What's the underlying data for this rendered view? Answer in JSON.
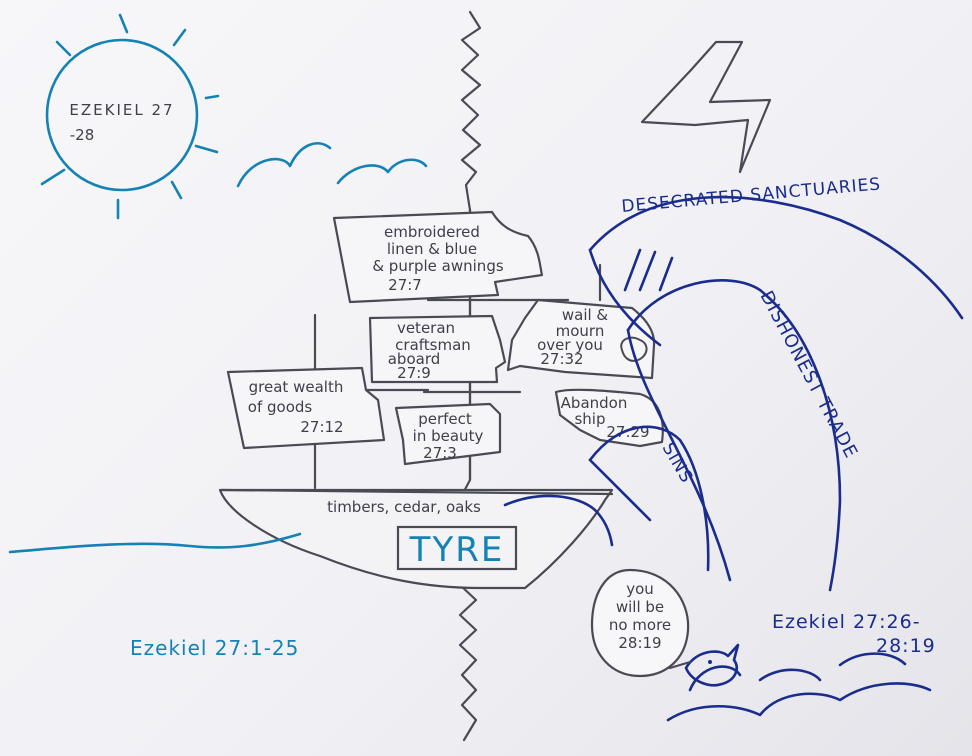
{
  "sun_title": {
    "line1": "EZEKIEL 27",
    "line2": "-28"
  },
  "sails": {
    "embroidered": {
      "line1": "embroidered",
      "line2": "linen & blue",
      "line3": "& purple awnings",
      "ref": "27:7"
    },
    "veteran": {
      "line1": "veteran",
      "line2": "craftsman",
      "line3": "aboard",
      "ref": "27:9"
    },
    "wealth": {
      "line1": "great wealth",
      "line2": "of goods",
      "ref": "27:12"
    },
    "beauty": {
      "line1": "perfect",
      "line2": "in beauty",
      "ref": "27:3"
    },
    "wail": {
      "line1": "wail &",
      "line2": "mourn",
      "line3": "over you",
      "ref": "27:32"
    },
    "abandon": {
      "line1": "Abandon",
      "line2": "ship",
      "ref": "27:29"
    }
  },
  "hull": {
    "timbers": "timbers, cedar, oaks",
    "name": "TYRE"
  },
  "waves": {
    "desecrated": "DESECRATED SANCTUARIES",
    "dishonest": "DISHONEST TRADE",
    "sins": "SINS"
  },
  "speech": {
    "line1": "you",
    "line2": "will be",
    "line3": "no more",
    "ref": "28:19"
  },
  "refs": {
    "left": "Ezekiel 27:1-25",
    "right_line1": "Ezekiel 27:26-",
    "right_line2": "28:19"
  }
}
